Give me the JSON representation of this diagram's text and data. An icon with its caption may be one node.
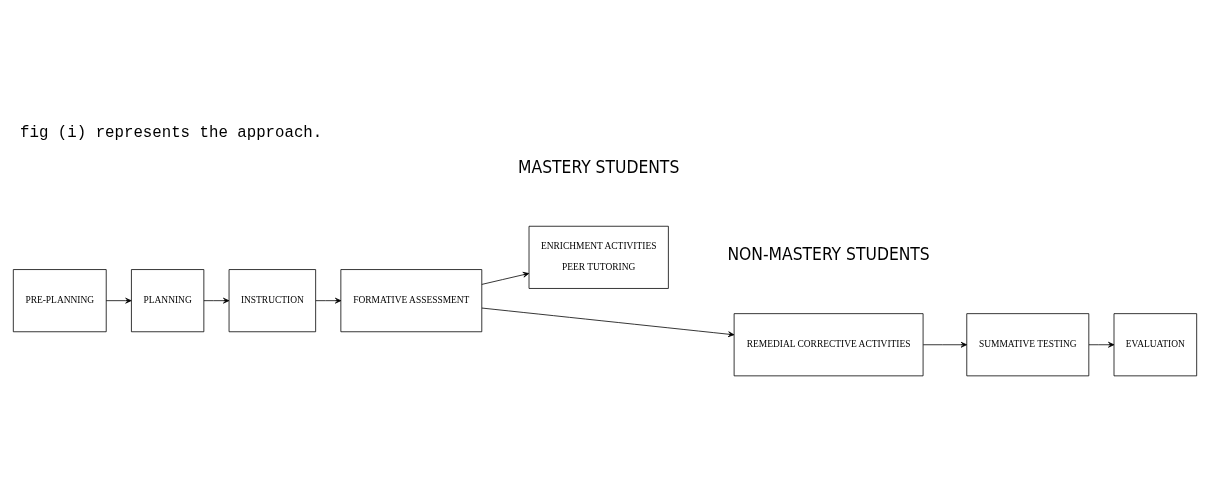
{
  "diagram": {
    "title": "fig (i) represents the approach.",
    "nodes": [
      {
        "text": [
          "PRE-PLANNING"
        ]
      },
      {
        "text": [
          "PLANNING"
        ]
      },
      {
        "text": [
          "INSTRUCTION"
        ]
      },
      {
        "text": [
          "FORMATIVE ASSESSMENT"
        ]
      },
      {
        "text": [
          "ENRICHMENT ACTIVITIES",
          "PEER TUTORING"
        ]
      },
      {
        "text": [
          "REMEDIAL CORRECTIVE ACTIVITIES"
        ]
      },
      {
        "text": [
          "SUMMATIVE TESTING"
        ]
      },
      {
        "text": [
          "EVALUATION"
        ]
      }
    ],
    "edges": [
      {
        "from": 0,
        "to": 1,
        "arrow": "to"
      },
      {
        "from": 1,
        "to": 2,
        "arrow": "to"
      },
      {
        "from": 2,
        "to": 3,
        "arrow": "to"
      },
      {
        "from": 3,
        "to": 4,
        "arrow": "to"
      },
      {
        "from": 3,
        "to": 5,
        "arrow": "to"
      },
      {
        "from": 5,
        "to": 6,
        "arrow": "to"
      },
      {
        "from": 6,
        "to": 7,
        "arrow": "to"
      }
    ],
    "labels": [
      "MASTERY STUDENTS",
      "NON-MASTERY STUDENTS"
    ]
  }
}
